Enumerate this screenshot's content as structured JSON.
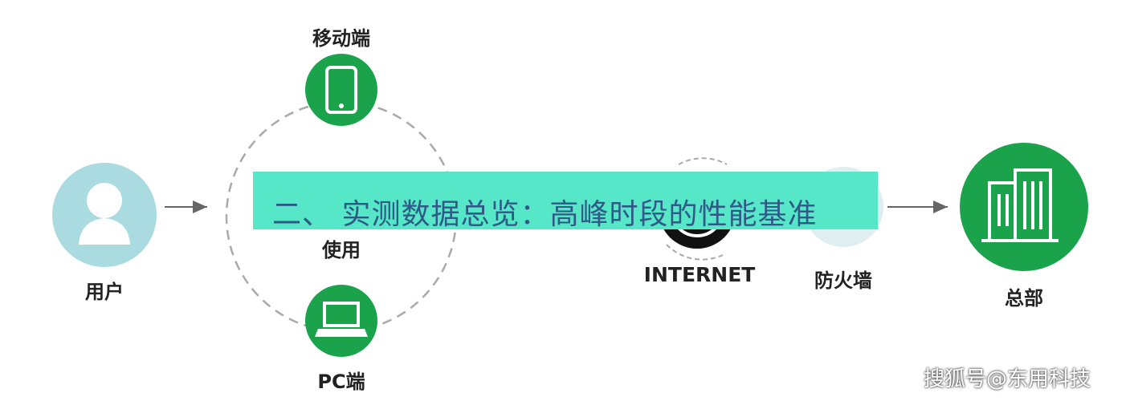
{
  "nodes": {
    "user": {
      "label": "用户",
      "icon": "user-icon"
    },
    "mobile": {
      "label": "移动端",
      "icon": "phone-icon"
    },
    "pc": {
      "label": "PC端",
      "icon": "laptop-icon"
    },
    "usage": {
      "label": "使用"
    },
    "internet": {
      "label": "INTERNET",
      "icon": "globe-icon"
    },
    "firewall": {
      "label": "防火墙",
      "icon": "firewall-icon"
    },
    "hq": {
      "label": "总部",
      "icon": "building-icon"
    }
  },
  "banner": {
    "title": "二、 实测数据总览：高峰时段的性能基准"
  },
  "watermark": "搜狐号@东用科技",
  "colors": {
    "green": "#1aa34a",
    "light_blue": "#a9dbe0",
    "banner": "#56e6c8",
    "banner_text": "#2f5a86"
  }
}
